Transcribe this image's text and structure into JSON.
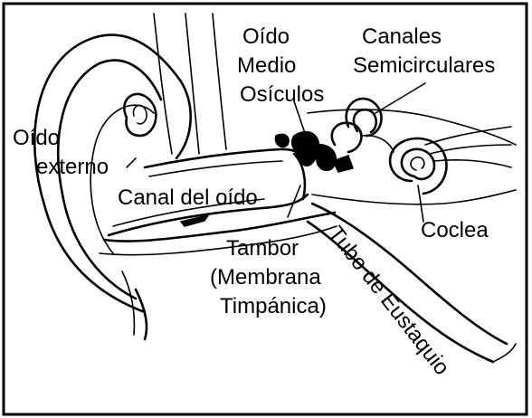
{
  "labels": {
    "oido_medio_line1": "Oído",
    "oido_medio_line2": "Medio",
    "osiculos": "Osículos",
    "canales_line1": "Canales",
    "canales_line2": "Semicirculares",
    "oido_externo_line1": "Oído",
    "oido_externo_line2": "externo",
    "canal_del_oido": "Canal del oído",
    "coclea": "Coclea",
    "tambor_line1": "Tambor",
    "tambor_line2": "(Membrana",
    "tambor_line3": "Timpánica)",
    "tubo_de_eustaquio": "Tubo de Eustaquio"
  }
}
